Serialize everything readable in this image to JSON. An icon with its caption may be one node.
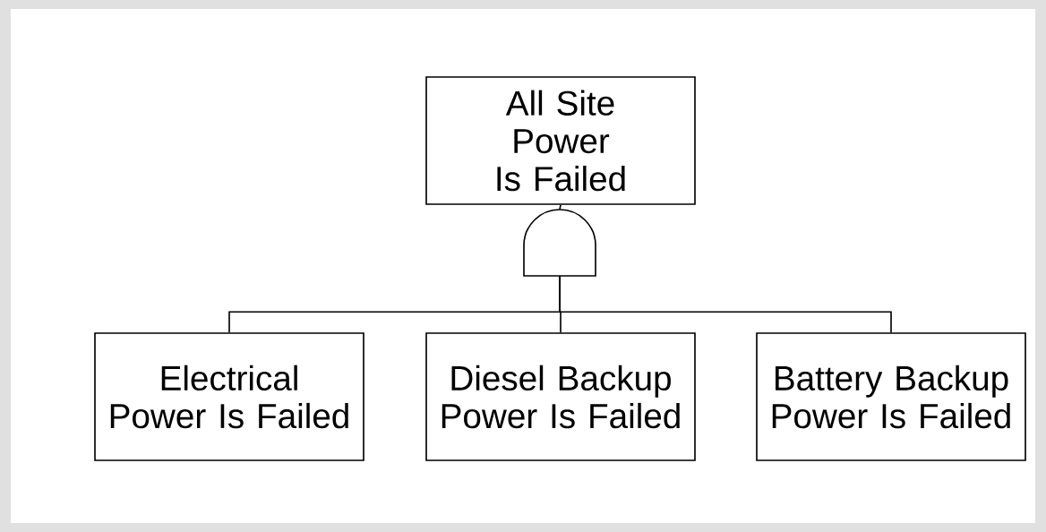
{
  "diagram": {
    "nodes": [
      {
        "text": [
          "All Site Power Is Failed"
        ]
      },
      {
        "text": [],
        "shape": "gate"
      },
      {
        "text": [
          "Electrical Power Is Failed"
        ]
      },
      {
        "text": [
          "Diesel Backup Power Is Failed"
        ]
      },
      {
        "text": [
          "Battery Backup Power Is Failed"
        ]
      }
    ],
    "edges": [
      {
        "from": 1,
        "to": 0,
        "arrow": "none"
      },
      {
        "from": 1,
        "to": 2,
        "arrow": "none"
      },
      {
        "from": 1,
        "to": 3,
        "arrow": "none"
      },
      {
        "from": 1,
        "to": 4,
        "arrow": "none"
      }
    ]
  }
}
